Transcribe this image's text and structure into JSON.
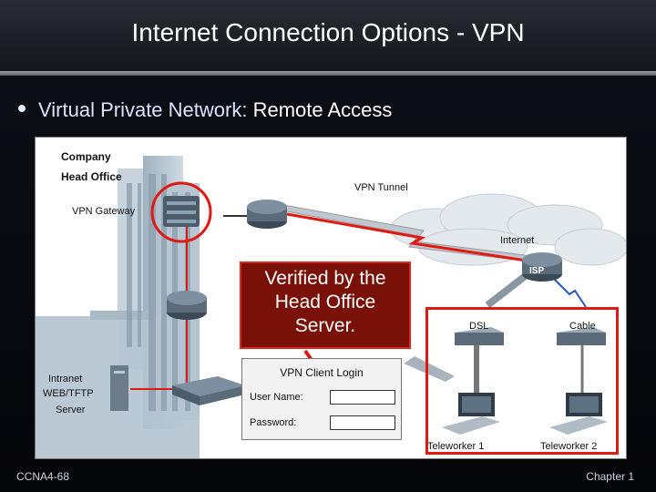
{
  "slide": {
    "title": "Internet Connection Options - VPN",
    "bullet_prefix": "Virtual Private Network:",
    "bullet_rest": " Remote Access",
    "footer_left": "CCNA4-68",
    "footer_right": "Chapter 1"
  },
  "diagram": {
    "company_label_1": "Company",
    "company_label_2": "Head Office",
    "vpn_gateway": "VPN Gateway",
    "vpn_tunnel": "VPN Tunnel",
    "internet": "Internet",
    "isp": "ISP",
    "intranet_1": "Intranet",
    "intranet_2": "WEB/TFTP",
    "intranet_3": "Server",
    "dsl": "DSL",
    "cable": "Cable",
    "teleworker_1": "Teleworker 1",
    "teleworker_2": "Teleworker 2",
    "callout_line1": "Verified by the",
    "callout_line2": "Head Office",
    "callout_line3": "Server.",
    "login_title": "VPN Client Login",
    "user_name": "User Name:",
    "password": "Password:"
  },
  "colors": {
    "accent_red": "#e01a12",
    "callout_bg": "#7a1108",
    "bullet_text": "#dde2ff"
  }
}
